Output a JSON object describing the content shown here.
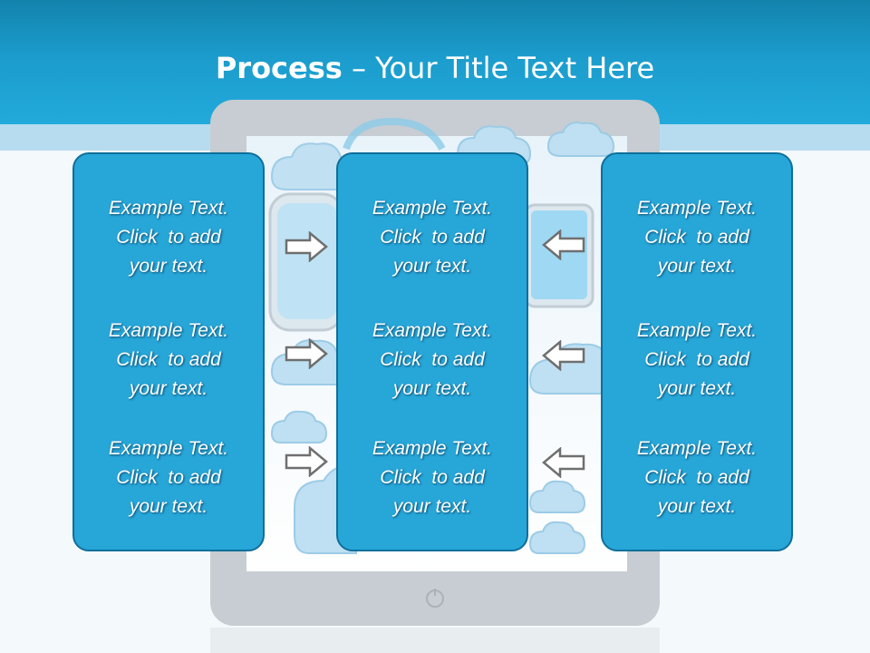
{
  "header": {
    "title_bold": "Process",
    "title_rest": " – Your Title Text Here"
  },
  "panels": [
    {
      "name": "left",
      "blocks": [
        {
          "line1": "Example Text.",
          "line2": "Click  to add",
          "line3": "your text."
        },
        {
          "line1": "Example Text.",
          "line2": "Click  to add",
          "line3": "your text."
        },
        {
          "line1": "Example Text.",
          "line2": "Click  to add",
          "line3": "your text."
        }
      ]
    },
    {
      "name": "middle",
      "blocks": [
        {
          "line1": "Example Text.",
          "line2": "Click  to add",
          "line3": "your text."
        },
        {
          "line1": "Example Text.",
          "line2": "Click  to add",
          "line3": "your text."
        },
        {
          "line1": "Example Text.",
          "line2": "Click  to add",
          "line3": "your text."
        }
      ]
    },
    {
      "name": "right",
      "blocks": [
        {
          "line1": "Example Text.",
          "line2": "Click  to add",
          "line3": "your text."
        },
        {
          "line1": "Example Text.",
          "line2": "Click  to add",
          "line3": "your text."
        },
        {
          "line1": "Example Text.",
          "line2": "Click  to add",
          "line3": "your text."
        }
      ]
    }
  ],
  "arrows": {
    "left_to_middle": [
      "right-arrow-icon",
      "right-arrow-icon",
      "right-arrow-icon"
    ],
    "right_to_middle": [
      "left-arrow-icon",
      "left-arrow-icon",
      "left-arrow-icon"
    ]
  },
  "colors": {
    "header": "#1b9ccc",
    "panel_fill": "#27a6d8",
    "panel_border": "#0f6f9a",
    "arrow_fill": "#ffffff",
    "arrow_stroke": "#6f6f6f"
  }
}
